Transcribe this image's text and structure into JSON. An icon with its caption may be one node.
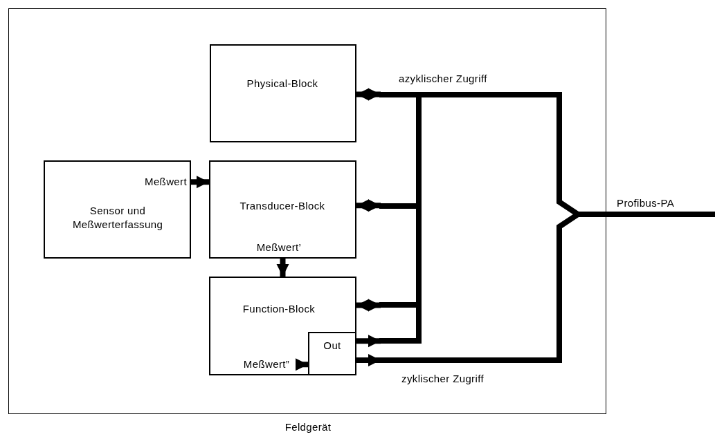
{
  "diagram": {
    "nodes": [
      {
        "text": [
          "Feldgerät"
        ]
      },
      {
        "text": [
          "Physical-Block"
        ],
        "in": 0
      },
      {
        "text": [
          "Meßwert",
          "Sensor und Meßwerterfassung"
        ],
        "in": 0
      },
      {
        "text": [
          "Transducer-Block",
          "Meßwert’"
        ],
        "in": 0
      },
      {
        "text": [
          "Function-Block",
          "Meßwert”"
        ],
        "in": 0
      },
      {
        "text": [
          "Out"
        ],
        "in": 4
      }
    ],
    "edges": [
      {
        "from": 2,
        "to": 3,
        "arrow": "to"
      },
      {
        "from": 3,
        "to": 4,
        "arrow": "to"
      },
      {
        "from": 1,
        "to": null,
        "arrow": "both",
        "label": "azyklischer Zugriff"
      },
      {
        "from": 3,
        "to": null,
        "arrow": "both"
      },
      {
        "from": 4,
        "to": null,
        "arrow": "both"
      },
      {
        "from": 5,
        "to": null,
        "arrow": "to"
      },
      {
        "from": 5,
        "to": null,
        "arrow": "to",
        "label": "zyklischer Zugriff"
      },
      {
        "from": null,
        "to": 5,
        "arrow": "to"
      }
    ],
    "labels": [
      "Profibus-PA"
    ]
  }
}
